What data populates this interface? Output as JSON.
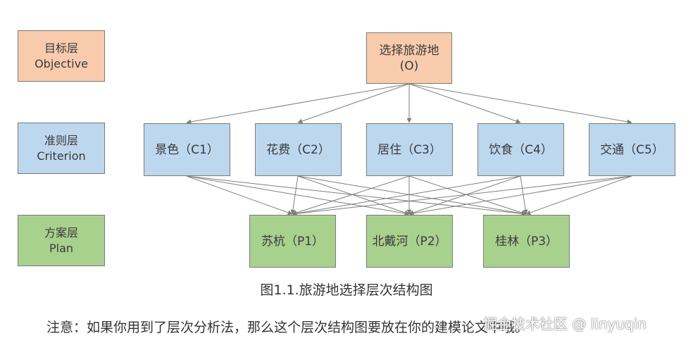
{
  "layers": {
    "objective": {
      "line1": "目标层",
      "line2": "Objective"
    },
    "criterion": {
      "line1": "准则层",
      "line2": "Criterion"
    },
    "plan": {
      "line1": "方案层",
      "line2": "Plan"
    }
  },
  "goal": {
    "line1": "选择旅游地",
    "line2": "(O)"
  },
  "criteria": [
    "景色（C1）",
    "花费（C2）",
    "居住（C3）",
    "饮食（C4）",
    "交通（C5）"
  ],
  "plans": [
    "苏杭（P1）",
    "北戴河（P2）",
    "桂林（P3）"
  ],
  "caption": "图1.1.旅游地选择层次结构图",
  "note": "注意：如果你用到了层次分析法，那么这个层次结构图要放在你的建模论文中哦。",
  "watermark": "掘金技术社区 @ linyuqin",
  "colors": {
    "objective": "#f8cbad",
    "criterion": "#bdd7ee",
    "plan": "#a9d18e",
    "arrow": "#7f7f7f"
  }
}
